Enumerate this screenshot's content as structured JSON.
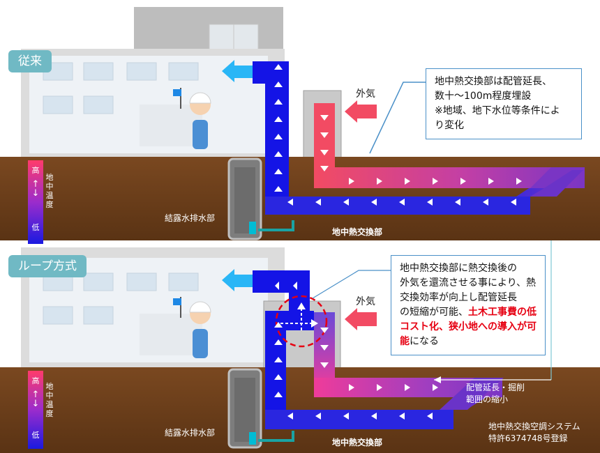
{
  "sections": [
    {
      "tag": "従来",
      "outside_air": "外気",
      "drain_label": "結露水排水部",
      "exchanger_label": "地中熱交換部",
      "temp_high": "高",
      "temp_low": "低",
      "temp_title": "地中温度",
      "note_lines": [
        "地中熱交換部は配管延長、",
        "数十～100m程度埋設",
        "※地域、地下水位等条件によ",
        "り変化"
      ]
    },
    {
      "tag": "ループ方式",
      "outside_air": "外気",
      "drain_label": "結露水排水部",
      "exchanger_label": "地中熱交換部",
      "temp_high": "高",
      "temp_low": "低",
      "temp_title": "地中温度",
      "note_lines": [
        "地中熱交換部に熱交換後の",
        "外気を還流させる事により、熱",
        "交換効率が向上し配管延長",
        "の短縮が可能、"
      ],
      "note_highlight": "土木工事費の低コスト化、狭小地への導入が可能",
      "note_tail": "になる",
      "reduction_label": [
        "配管延長・掘削",
        "範囲の縮小"
      ]
    }
  ],
  "footer": [
    "地中熱交換空調システム",
    "特許6374748号登録"
  ],
  "colors": {
    "ground": "#6b3d19",
    "cold": "#1414e6",
    "warm": "#f24b63",
    "mid": "#7a35c4",
    "tag": "#70b9c4",
    "accent_red": "#e60012"
  }
}
